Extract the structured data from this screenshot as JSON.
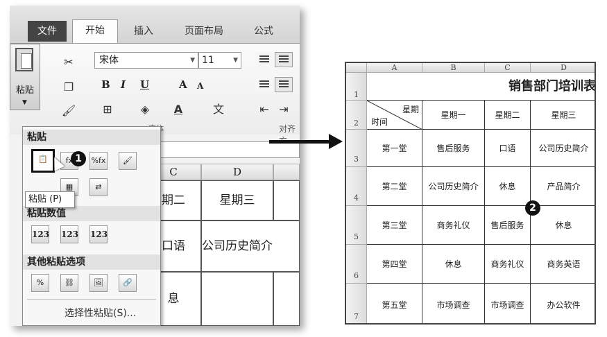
{
  "tabs": [
    "文件",
    "开始",
    "插入",
    "页面布局",
    "公式"
  ],
  "ribbon": {
    "paste_label": "粘贴",
    "font_name": "宋体",
    "font_size": "11",
    "font_group_label": "字体",
    "align_group_label": "对齐方"
  },
  "paste_menu": {
    "section_paste": "粘贴",
    "section_values": "粘贴数值",
    "section_other": "其他粘贴选项",
    "paste_special": "选择性粘贴(S)...",
    "tooltip": "粘贴 (P)",
    "values_icons": [
      "123",
      "123",
      "123"
    ]
  },
  "sheet_left": {
    "col_c": "C",
    "col_d": "D",
    "r1c": "期二",
    "r1d": "星期三",
    "r2c": "口语",
    "r2d": "公司历史简介",
    "r3c": "息"
  },
  "badges": {
    "one": "1",
    "two": "2"
  },
  "sheet_right": {
    "columns": [
      "A",
      "B",
      "C",
      "D"
    ],
    "rows": [
      "1",
      "2",
      "3",
      "4",
      "5",
      "6",
      "7"
    ],
    "title": "销售部门培训表",
    "diag_top": "星期",
    "diag_bottom": "时间",
    "days": [
      "星期一",
      "星期二",
      "星期三"
    ],
    "periods": [
      "第一堂",
      "第二堂",
      "第三堂",
      "第四堂",
      "第五堂"
    ],
    "schedule": [
      [
        "售后服务",
        "口语",
        "公司历史简介"
      ],
      [
        "公司历史简介",
        "休息",
        "产品简介"
      ],
      [
        "商务礼仪",
        "售后服务",
        "休息"
      ],
      [
        "休息",
        "商务礼仪",
        "商务英语"
      ],
      [
        "市场调查",
        "市场调查",
        "办公软件"
      ]
    ]
  }
}
